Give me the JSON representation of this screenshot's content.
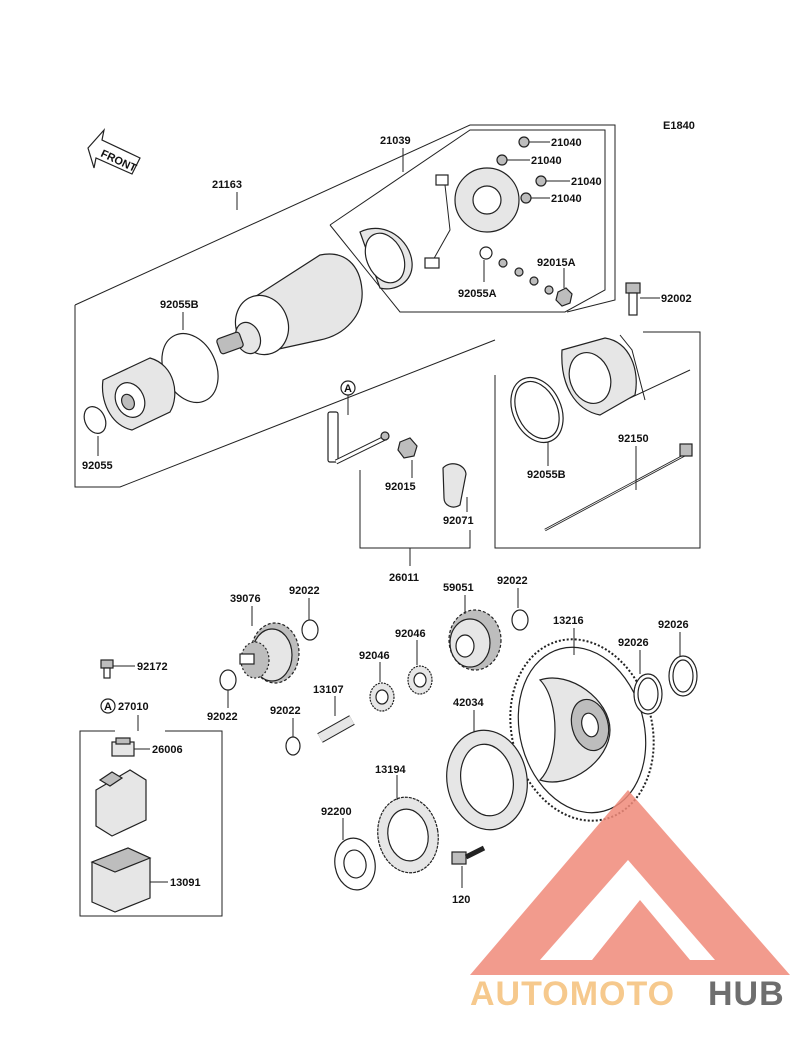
{
  "drawing_code": "E1840",
  "front_label": "FRONT",
  "ref_marker": "A",
  "parts": {
    "p21163": "21163",
    "p21039": "21039",
    "p21040a": "21040",
    "p21040b": "21040",
    "p21040c": "21040",
    "p21040d": "21040",
    "p92015A": "92015A",
    "p92055A": "92055A",
    "p92002": "92002",
    "p92055B_top": "92055B",
    "p92055": "92055",
    "p92015": "92015",
    "p92071": "92071",
    "p26011": "26011",
    "p92150": "92150",
    "p92055B_right": "92055B",
    "p39076": "39076",
    "p92022a": "92022",
    "p59051": "59051",
    "p92022b": "92022",
    "p13216": "13216",
    "p92026a": "92026",
    "p92026b": "92026",
    "p92046a": "92046",
    "p92046b": "92046",
    "p92172": "92172",
    "p27010": "27010",
    "p92022c": "92022",
    "p92022d": "92022",
    "p13107": "13107",
    "p42034": "42034",
    "p26006": "26006",
    "p13194": "13194",
    "p92200": "92200",
    "p13091": "13091",
    "p120": "120"
  },
  "watermark": {
    "part1": "AUTOMOTO",
    "part2": "HUB",
    "color_main": "#f08a7a",
    "color_accent": "#f5c07a",
    "color_dark": "#555555"
  }
}
